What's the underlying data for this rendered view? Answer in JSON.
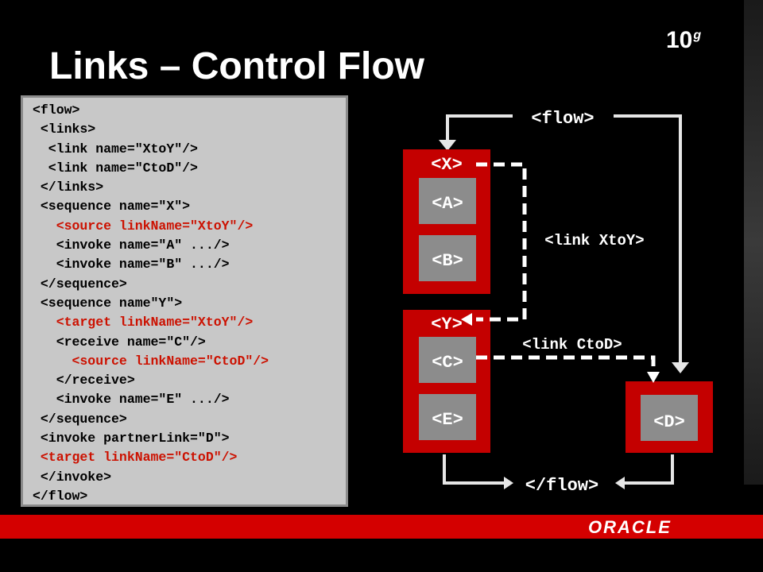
{
  "slide": {
    "title": "Links – Control Flow",
    "version": "10",
    "version_suffix": "g",
    "footer_logo": "ORACLE"
  },
  "code_lines": [
    {
      "text": "<flow>",
      "indent": 0,
      "color": "black"
    },
    {
      "text": "<links>",
      "indent": 1,
      "color": "black"
    },
    {
      "text": "<link name=\"XtoY\"/>",
      "indent": 2,
      "color": "black"
    },
    {
      "text": "<link name=\"CtoD\"/>",
      "indent": 2,
      "color": "black"
    },
    {
      "text": "</links>",
      "indent": 1,
      "color": "black"
    },
    {
      "text": "<sequence name=\"X\">",
      "indent": 1,
      "color": "black"
    },
    {
      "text": "<source linkName=\"XtoY\"/>",
      "indent": 3,
      "color": "red"
    },
    {
      "text": "<invoke name=\"A\" .../>",
      "indent": 3,
      "color": "black"
    },
    {
      "text": "<invoke name=\"B\" .../>",
      "indent": 3,
      "color": "black"
    },
    {
      "text": "</sequence>",
      "indent": 1,
      "color": "black"
    },
    {
      "text": "<sequence name\"Y\">",
      "indent": 1,
      "color": "black"
    },
    {
      "text": "<target linkName=\"XtoY\"/>",
      "indent": 3,
      "color": "red"
    },
    {
      "text": "<receive name=\"C\"/>",
      "indent": 3,
      "color": "black"
    },
    {
      "text": "<source linkName=\"CtoD\"/>",
      "indent": 5,
      "color": "red"
    },
    {
      "text": "</receive>",
      "indent": 3,
      "color": "black"
    },
    {
      "text": "<invoke name=\"E\" .../>",
      "indent": 3,
      "color": "black"
    },
    {
      "text": "</sequence>",
      "indent": 1,
      "color": "black"
    },
    {
      "text": "<invoke partnerLink=\"D\">",
      "indent": 1,
      "color": "black"
    },
    {
      "text": "<target linkName=\"CtoD\"/>",
      "indent": 1,
      "color": "red"
    },
    {
      "text": "</invoke>",
      "indent": 1,
      "color": "black"
    },
    {
      "text": "</flow>",
      "indent": 0,
      "color": "black"
    }
  ],
  "diagram": {
    "flow_open": "<flow>",
    "flow_close": "</flow>",
    "seq_x": "<X>",
    "seq_y": "<Y>",
    "act_a": "<A>",
    "act_b": "<B>",
    "act_c": "<C>",
    "act_e": "<E>",
    "act_d": "<D>",
    "link_xtoy": "<link XtoY>",
    "link_ctod": "<link CtoD>"
  },
  "colors": {
    "code_highlight": "#cc1100",
    "sequence_box": "#c40000",
    "activity_box": "#8c8c8c",
    "footer": "#d40000"
  }
}
